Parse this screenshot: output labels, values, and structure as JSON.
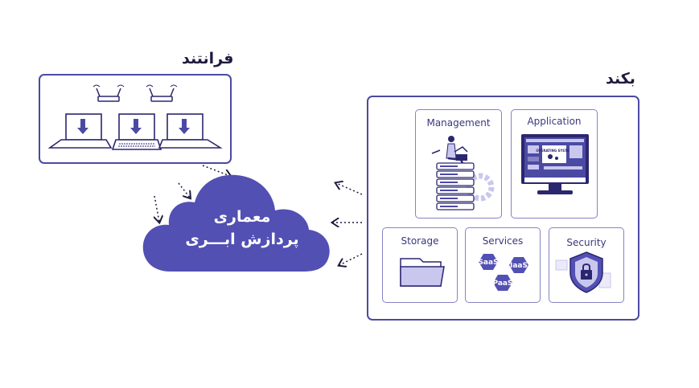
{
  "frontend": {
    "title": "فرانتند"
  },
  "backend": {
    "title": "بکند",
    "cards": {
      "management": "Management",
      "application": "Application",
      "storage": "Storage",
      "services": "Services",
      "security": "Security"
    },
    "services": {
      "saas": "SaaS",
      "iaas": "IaaS",
      "paas": "PaaS"
    },
    "os_screen_text": "OPERATING SYSTEM"
  },
  "cloud": {
    "line1": "معماری",
    "line2": "پردازش ابـــری"
  },
  "colors": {
    "primary": "#4b4aa3",
    "cloud": "#5250b3",
    "light": "#c9c7ee",
    "dark": "#2b2670"
  }
}
